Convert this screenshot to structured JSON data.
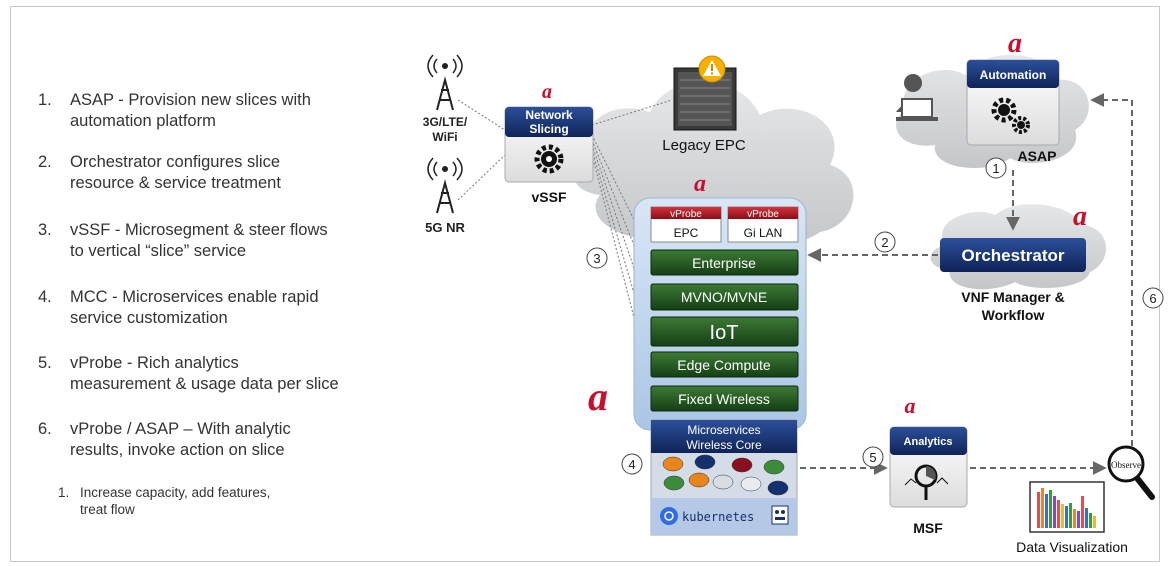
{
  "steps": [
    {
      "num": "1.",
      "line1": "ASAP - Provision new slices with",
      "line2": "automation platform"
    },
    {
      "num": "2.",
      "line1": "Orchestrator configures slice",
      "line2": "resource & service treatment"
    },
    {
      "num": "3.",
      "line1": "vSSF - Microsegment & steer flows",
      "line2": "to vertical “slice” service"
    },
    {
      "num": "4.",
      "line1": "MCC - Microservices enable rapid",
      "line2": "service customization"
    },
    {
      "num": "5.",
      "line1": "vProbe - Rich analytics",
      "line2": "measurement & usage data per slice"
    },
    {
      "num": "6.",
      "line1": "vProbe / ASAP – With analytic",
      "line2": "results, invoke action on slice"
    }
  ],
  "substep": {
    "num": "1.",
    "line1": "Increase capacity, add features,",
    "line2": "treat flow"
  },
  "diagram": {
    "tower1_label_l1": "3G/LTE/",
    "tower1_label_l2": "WiFi",
    "tower2_label": "5G NR",
    "network_slicing_l1": "Network",
    "network_slicing_l2": "Slicing",
    "vssf": "vSSF",
    "legacy_epc": "Legacy EPC",
    "automation": "Automation",
    "asap": "ASAP",
    "orchestrator": "Orchestrator",
    "vnf_l1": "VNF Manager &",
    "vnf_l2": "Workflow",
    "vprobe1": "vProbe",
    "vprobe1_sub": "EPC",
    "vprobe2": "vProbe",
    "vprobe2_sub": "Gi LAN",
    "slices": [
      "Enterprise",
      "MVNO/MVNE",
      "IoT",
      "Edge Compute",
      "Fixed Wireless"
    ],
    "microservices_l1": "Microservices",
    "microservices_l2": "Wireless Core",
    "kubernetes": "kubernetes",
    "analytics": "Analytics",
    "msf": "MSF",
    "observe": "Observe",
    "data_viz": "Data Visualization",
    "markers": [
      "1",
      "2",
      "3",
      "4",
      "5",
      "6"
    ],
    "brand_letter": "a"
  },
  "colors": {
    "brand_red": "#c8102e",
    "navy": "#14306e",
    "slice_green": "#1e5a1e",
    "probe_red": "#b01020",
    "cloud": "#d6d8db",
    "mcc_box": "#c9dcf0"
  }
}
